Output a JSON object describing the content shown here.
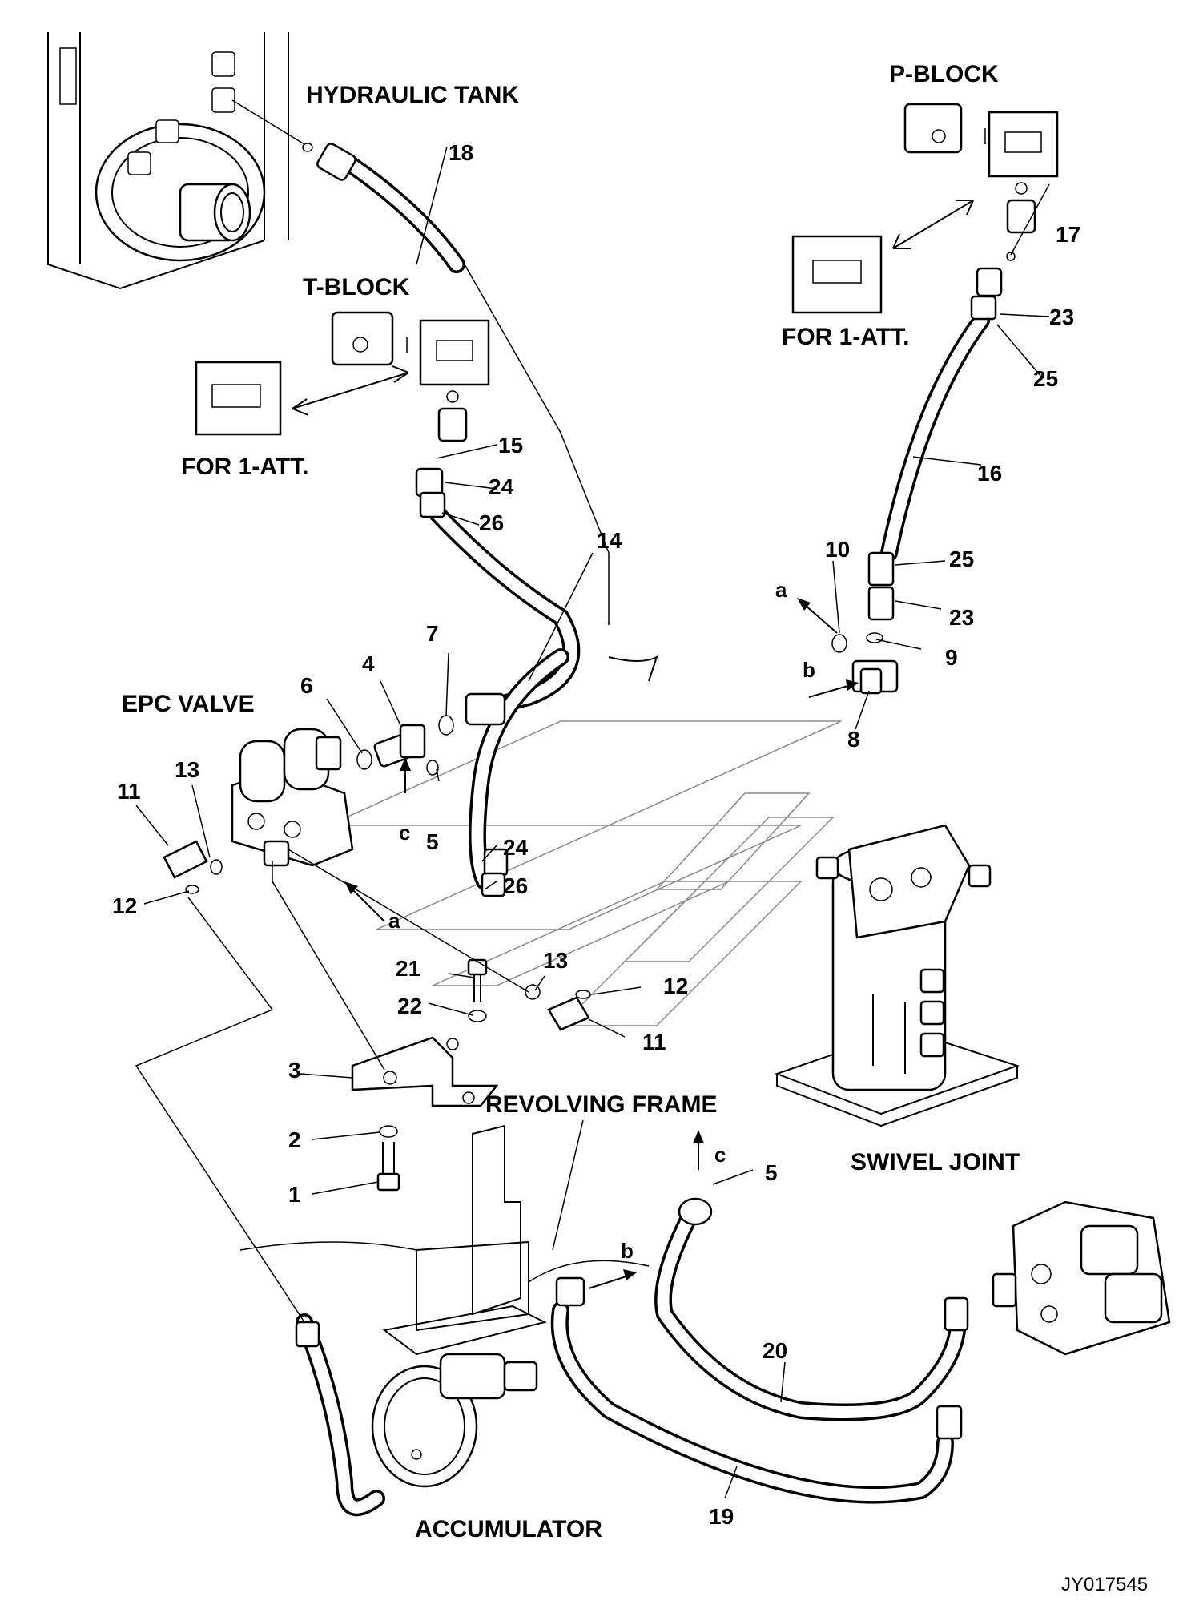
{
  "sections": {
    "hydraulic_tank": "HYDRAULIC TANK",
    "p_block": "P-BLOCK",
    "t_block": "T-BLOCK",
    "for_1_att_p": "FOR 1-ATT.",
    "for_1_att_t": "FOR 1-ATT.",
    "epc_valve": "EPC VALVE",
    "revolving_frame": "REVOLVING FRAME",
    "swivel_joint": "SWIVEL JOINT",
    "accumulator": "ACCUMULATOR"
  },
  "callouts": {
    "n1": "1",
    "n2": "2",
    "n3": "3",
    "n4": "4",
    "n5a": "5",
    "n5b": "5",
    "n6": "6",
    "n7": "7",
    "n8": "8",
    "n9": "9",
    "n10": "10",
    "n11a": "11",
    "n11b": "11",
    "n12a": "12",
    "n12b": "12",
    "n13a": "13",
    "n13b": "13",
    "n14": "14",
    "n15": "15",
    "n16": "16",
    "n17": "17",
    "n18": "18",
    "n19": "19",
    "n20": "20",
    "n21": "21",
    "n22": "22",
    "n23a": "23",
    "n23b": "23",
    "n24a": "24",
    "n24b": "24",
    "n25a": "25",
    "n25b": "25",
    "n26a": "26",
    "n26b": "26"
  },
  "letters": {
    "a1": "a",
    "a2": "a",
    "b1": "b",
    "b2": "b",
    "c1": "c",
    "c2": "c"
  },
  "drawing_code": "JY017545"
}
